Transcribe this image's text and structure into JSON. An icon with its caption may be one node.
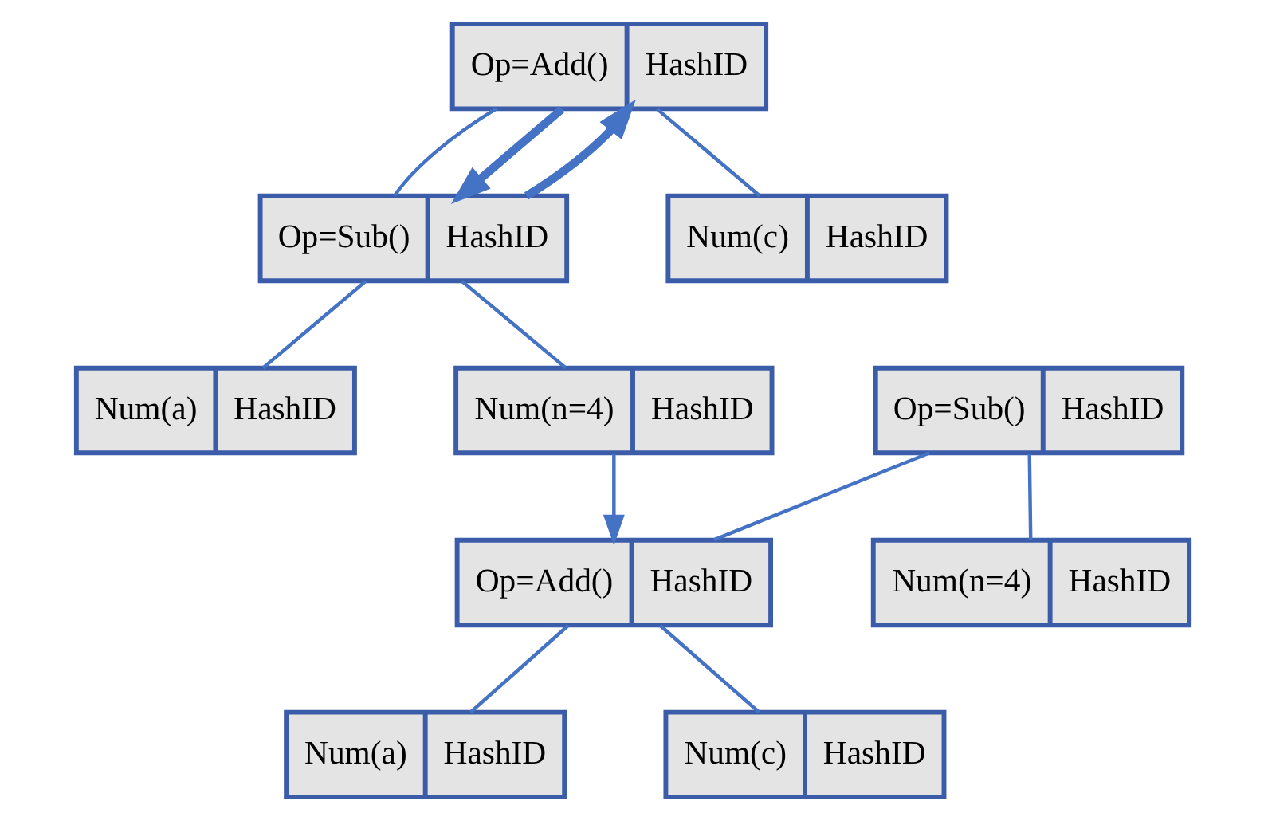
{
  "diagram": {
    "nodes": [
      {
        "text": [
          "Op=Add()",
          "HashID"
        ]
      },
      {
        "text": [
          "Op=Sub()",
          "HashID"
        ]
      },
      {
        "text": [
          "Num(c)",
          "HashID"
        ]
      },
      {
        "text": [
          "Num(a)",
          "HashID"
        ]
      },
      {
        "text": [
          "Num(n=4)",
          "HashID"
        ]
      },
      {
        "text": [
          "Op=Sub()",
          "HashID"
        ]
      },
      {
        "text": [
          "Op=Add()",
          "HashID"
        ]
      },
      {
        "text": [
          "Num(n=4)",
          "HashID"
        ]
      },
      {
        "text": [
          "Num(a)",
          "HashID"
        ]
      },
      {
        "text": [
          "Num(c)",
          "HashID"
        ]
      }
    ],
    "edges": [
      {
        "from": 0,
        "to": 1,
        "arrow": "none"
      },
      {
        "from": 0,
        "to": 2,
        "arrow": "none"
      },
      {
        "from": 1,
        "to": 3,
        "arrow": "none"
      },
      {
        "from": 1,
        "to": 4,
        "arrow": "none"
      },
      {
        "from": 0,
        "to": 1,
        "arrow": "to",
        "style": "thick"
      },
      {
        "from": 1,
        "to": 0,
        "arrow": "to",
        "style": "thick"
      },
      {
        "from": 4,
        "to": 6,
        "arrow": "to"
      },
      {
        "from": 5,
        "to": 6,
        "arrow": "none"
      },
      {
        "from": 5,
        "to": 7,
        "arrow": "none"
      },
      {
        "from": 6,
        "to": 8,
        "arrow": "none"
      },
      {
        "from": 6,
        "to": 9,
        "arrow": "none"
      }
    ]
  }
}
